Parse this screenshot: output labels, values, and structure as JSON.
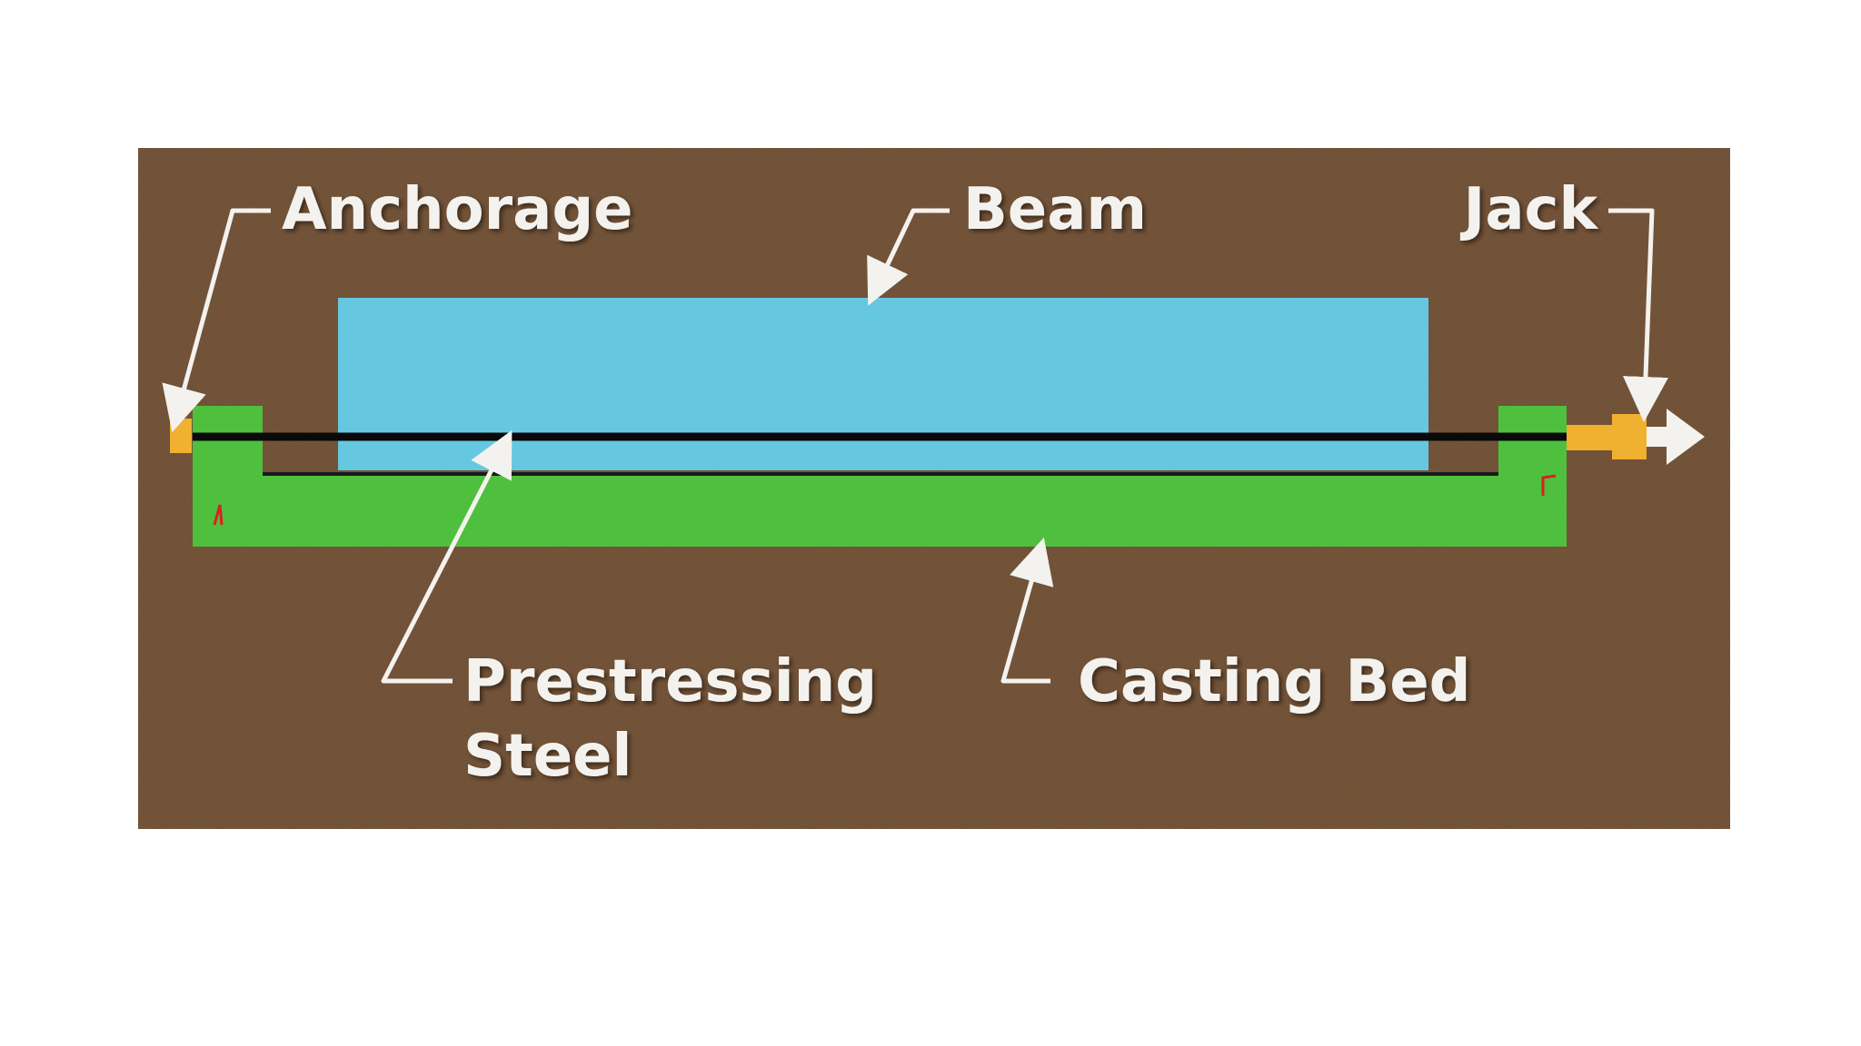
{
  "diagram": {
    "labels": {
      "anchorage": "Anchorage",
      "beam": "Beam",
      "jack": "Jack",
      "prestressing_line1": "Prestressing",
      "prestressing_line2": "Steel",
      "casting_bed": "Casting Bed"
    },
    "colors": {
      "background": "#6b4a2e",
      "beam": "#66c8e0",
      "casting_bed": "#4ec03e",
      "steel": "#0a0a0a",
      "anchorage": "#f0b030",
      "jack": "#f0b030",
      "arrows": "#f4f2ee"
    }
  }
}
